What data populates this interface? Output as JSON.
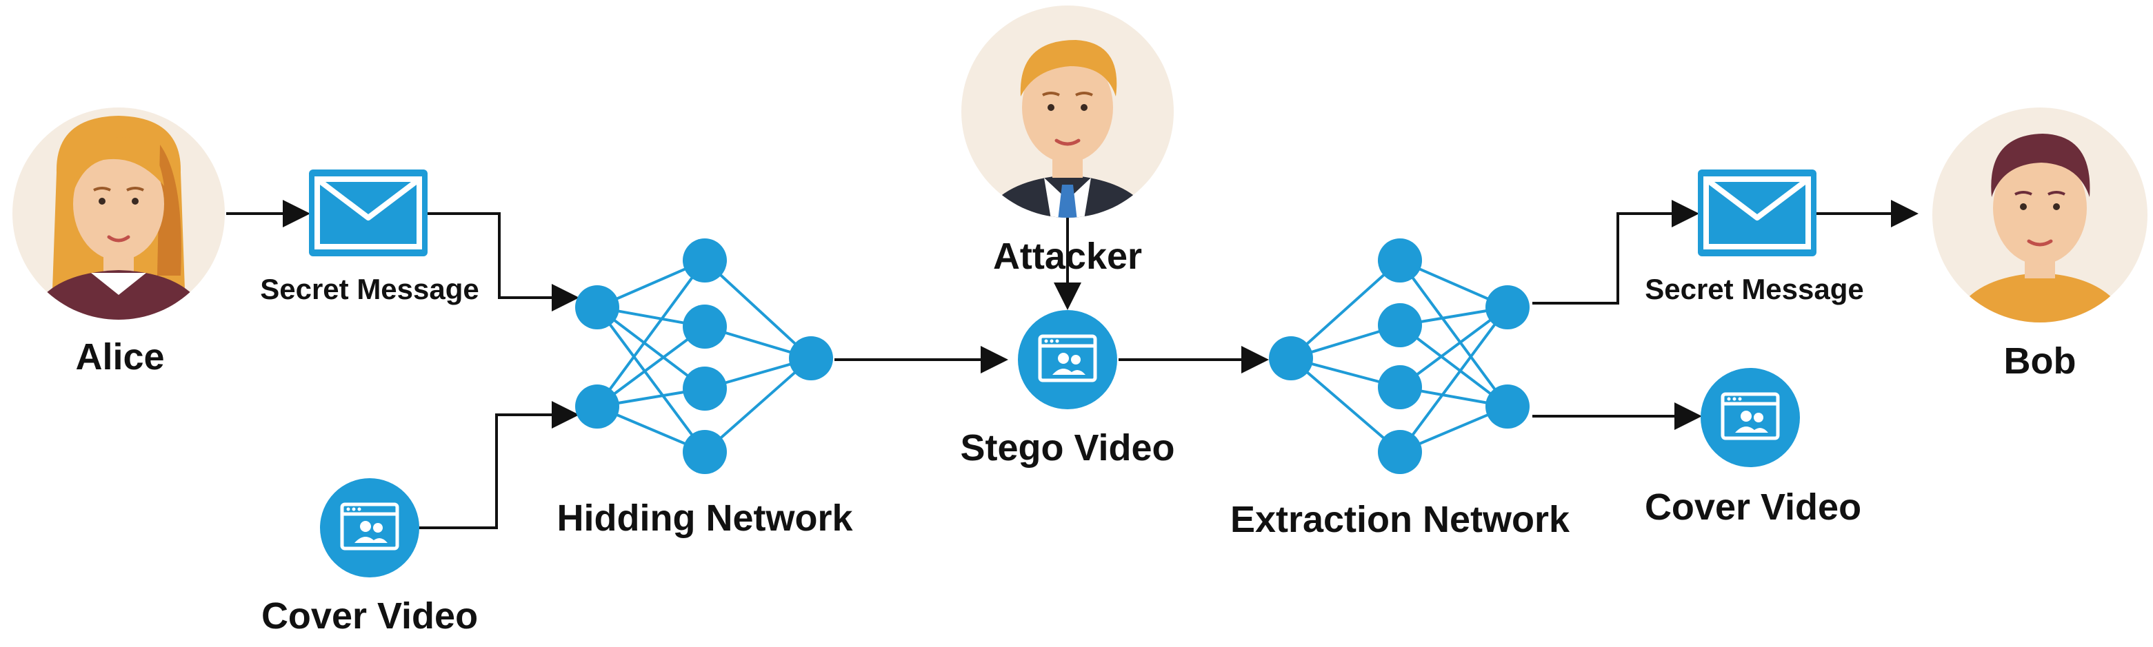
{
  "actors": {
    "alice": {
      "name": "Alice"
    },
    "bob": {
      "name": "Bob"
    },
    "attacker": {
      "name": "Attacker"
    }
  },
  "labels": {
    "secret_message_in": "Secret Message",
    "secret_message_out": "Secret Message",
    "cover_video_in": "Cover Video",
    "cover_video_out": "Cover Video",
    "stego_video": "Stego Video",
    "hiding_network": "Hidding Network",
    "extraction_network": "Extraction Network"
  },
  "icons": {
    "message": "envelope-icon",
    "video": "video-window-icon"
  },
  "colors": {
    "accent": "#1e9bd7",
    "node_fill": "#1e9bd7",
    "edge": "#1e9bd7",
    "arrow": "#111111",
    "avatar_bg": "#f5ece1"
  }
}
